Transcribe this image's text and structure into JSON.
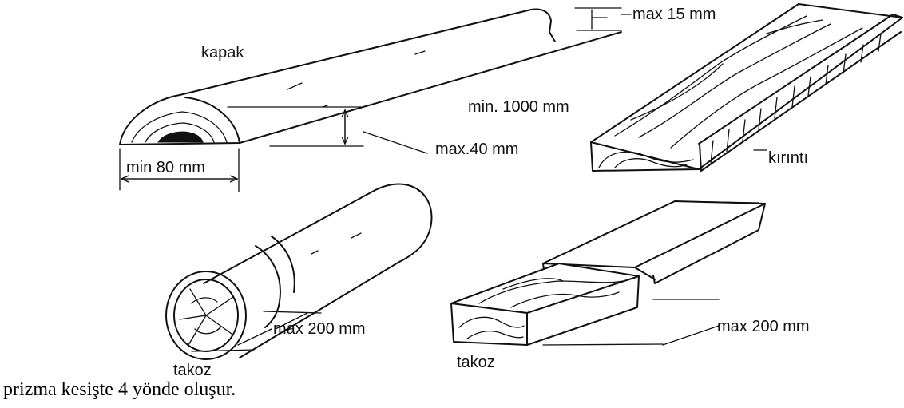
{
  "labels": {
    "max_15": "max 15 mm",
    "kapak": "kapak",
    "min_1000": "min. 1000 mm",
    "max_40": "max.40 mm",
    "min_80": "min 80 mm",
    "kirinti": "kırıntı",
    "max_200_left": "max 200 mm",
    "max_200_right": "max 200 mm",
    "takoz_left": "takoz",
    "takoz_right": "takoz"
  },
  "caption": "prizma kesişte 4 yönde oluşur.",
  "colors": {
    "ink": "#111111",
    "background": "#ffffff"
  }
}
